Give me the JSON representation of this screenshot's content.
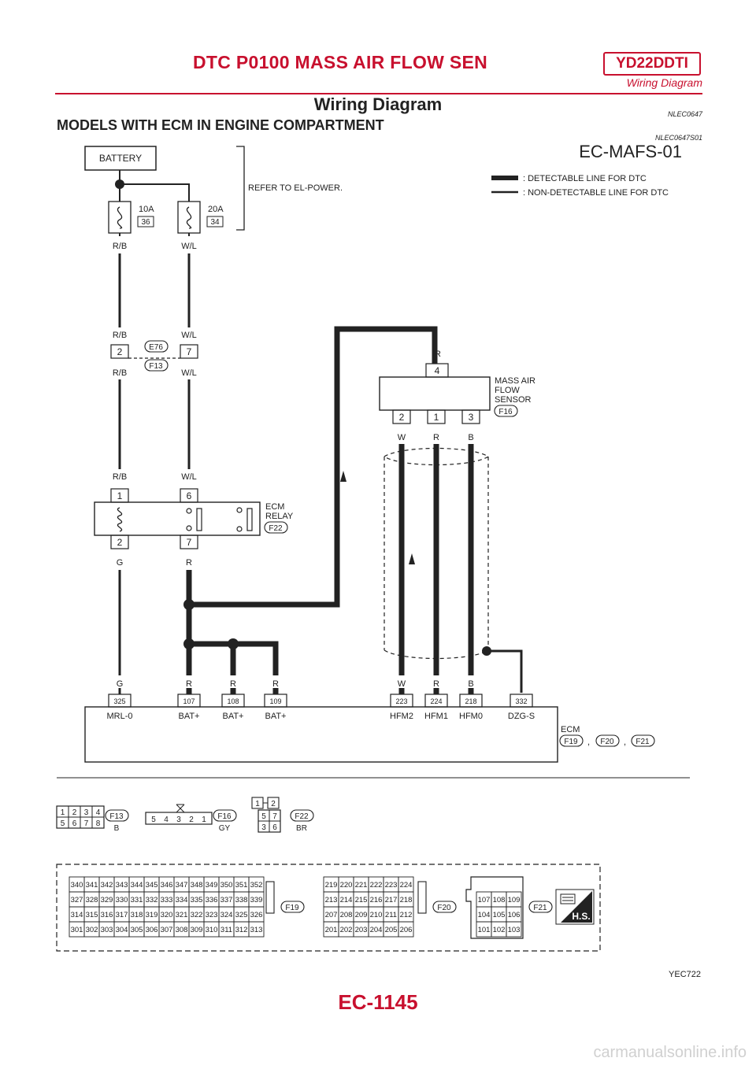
{
  "header": {
    "title": "DTC P0100 MASS AIR FLOW SEN",
    "engine": "YD22DDTI",
    "section": "Wiring Diagram"
  },
  "page_title": "Wiring Diagram",
  "page_code": "NLEC0647",
  "section_title": "MODELS WITH ECM IN ENGINE COMPARTMENT",
  "section_code": "NLEC0647S01",
  "diagram": {
    "id": "EC-MAFS-01",
    "refer_note": "REFER TO EL-POWER.",
    "legend": [
      ": DETECTABLE LINE FOR DTC",
      ": NON-DETECTABLE LINE FOR DTC"
    ],
    "battery": "BATTERY",
    "fuses": [
      {
        "rating": "10A",
        "number": "36"
      },
      {
        "rating": "20A",
        "number": "34"
      }
    ],
    "wire_colors": {
      "rb": "R/B",
      "wl": "W/L",
      "g": "G",
      "r": "R",
      "w": "W",
      "b": "B"
    },
    "joint_connector": {
      "upper": "E76",
      "lower": "F13",
      "pins": [
        "2",
        "7"
      ]
    },
    "maf_sensor": {
      "name": [
        "MASS AIR",
        "FLOW",
        "SENSOR"
      ],
      "connector": "F16",
      "pins": [
        "4",
        "2",
        "1",
        "3"
      ]
    },
    "ecm_relay": {
      "name": [
        "ECM",
        "RELAY"
      ],
      "connector": "F22",
      "pins": [
        "1",
        "6",
        "2",
        "7"
      ]
    },
    "ecm": {
      "name": "ECM",
      "connectors": [
        "F19",
        "F20",
        "F21"
      ],
      "terminals": [
        {
          "pin": "325",
          "label": "MRL-0",
          "wire": "G"
        },
        {
          "pin": "107",
          "label": "BAT+",
          "wire": "R"
        },
        {
          "pin": "108",
          "label": "BAT+",
          "wire": "R"
        },
        {
          "pin": "109",
          "label": "BAT+",
          "wire": "R"
        },
        {
          "pin": "223",
          "label": "HFM2",
          "wire": "W"
        },
        {
          "pin": "224",
          "label": "HFM1",
          "wire": "R"
        },
        {
          "pin": "218",
          "label": "HFM0",
          "wire": "B"
        },
        {
          "pin": "332",
          "label": "DZG-S",
          "wire": ""
        }
      ]
    }
  },
  "connector_views": [
    {
      "id": "F13",
      "color": "B",
      "rows": [
        [
          "1",
          "2",
          "3",
          "4"
        ],
        [
          "5",
          "6",
          "7",
          "8"
        ]
      ]
    },
    {
      "id": "F16",
      "color": "GY",
      "rows": [
        [
          "5",
          "4",
          "3",
          "2",
          "1"
        ]
      ]
    },
    {
      "id": "F22",
      "color": "BR",
      "rows": [
        [
          "1",
          "2"
        ],
        [
          "5",
          "7"
        ],
        [
          "3",
          "6"
        ]
      ]
    },
    {
      "id": "F19",
      "color": "",
      "rows": [
        [
          "340",
          "341",
          "342",
          "343",
          "344",
          "345",
          "346",
          "347",
          "348",
          "349",
          "350",
          "351",
          "352"
        ],
        [
          "327",
          "328",
          "329",
          "330",
          "331",
          "332",
          "333",
          "334",
          "335",
          "336",
          "337",
          "338",
          "339"
        ],
        [
          "314",
          "315",
          "316",
          "317",
          "318",
          "319",
          "320",
          "321",
          "322",
          "323",
          "324",
          "325",
          "326"
        ],
        [
          "301",
          "302",
          "303",
          "304",
          "305",
          "306",
          "307",
          "308",
          "309",
          "310",
          "311",
          "312",
          "313"
        ]
      ]
    },
    {
      "id": "F20",
      "color": "",
      "rows": [
        [
          "219",
          "220",
          "221",
          "222",
          "223",
          "224"
        ],
        [
          "213",
          "214",
          "215",
          "216",
          "217",
          "218"
        ],
        [
          "207",
          "208",
          "209",
          "210",
          "211",
          "212"
        ],
        [
          "201",
          "202",
          "203",
          "204",
          "205",
          "206"
        ]
      ]
    },
    {
      "id": "F21",
      "color": "",
      "rows": [
        [
          "107",
          "108",
          "109"
        ],
        [
          "104",
          "105",
          "106"
        ],
        [
          "101",
          "102",
          "103"
        ]
      ]
    }
  ],
  "hs_label": "H.S.",
  "figure_id": "YEC722",
  "page_number": "EC-1145",
  "watermark": "carmanualsonline.info"
}
